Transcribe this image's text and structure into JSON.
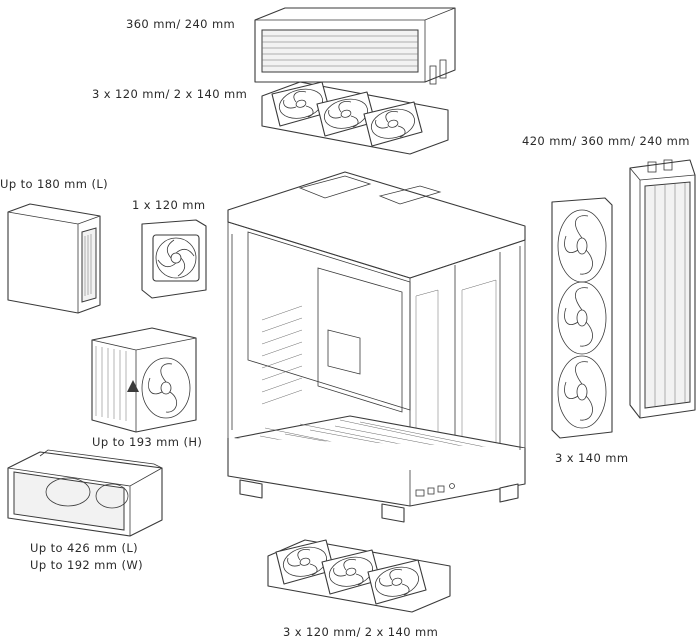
{
  "labels": {
    "top_radiator": "360 mm/ 240 mm",
    "top_fans": "3 x 120 mm/ 2 x 140 mm",
    "psu": "Up to 180 mm (L)",
    "rear_fan": "1 x 120 mm",
    "side_radiator": "420 mm/ 360 mm/ 240 mm",
    "cpu_cooler": "Up to 193 mm (H)",
    "side_fans": "3 x 140 mm",
    "gpu_length": "Up to 426 mm (L)",
    "gpu_width": "Up to 192 mm (W)",
    "bottom_fans": "3 x 120 mm/ 2 x 140 mm"
  },
  "colors": {
    "line": "#3a3a3a",
    "text": "#2a2a2a",
    "background": "#ffffff"
  }
}
